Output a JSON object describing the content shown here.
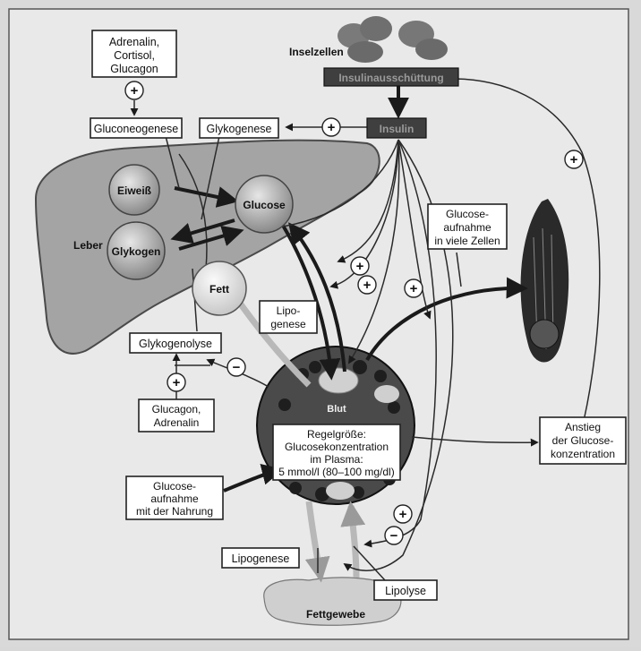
{
  "diagram": {
    "regulators_top": [
      "Adrenalin,",
      "Cortisol,",
      "Glucagon"
    ],
    "gluconeogenese": "Gluconeogenese",
    "glykogenese": "Glykogenese",
    "inselzellen": "Inselzellen",
    "insulinausschuettung": "Insulinausschüttung",
    "insulin": "Insulin",
    "leber": "Leber",
    "eiweiss": "Eiweiß",
    "glucose": "Glucose",
    "glykogen": "Glykogen",
    "fett": "Fett",
    "glucose_uptake_cells": [
      "Glucose-",
      "aufnahme",
      "in viele Zellen"
    ],
    "lipogenese_liver": [
      "Lipo-",
      "genese"
    ],
    "glykogenolyse": "Glykogenolyse",
    "regulators_bottom": [
      "Glucagon,",
      "Adrenalin"
    ],
    "blut": "Blut",
    "regelgroesse": [
      "Regelgröße:",
      "Glucosekonzentration",
      "im Plasma:",
      "5 mmol/l (80–100 mg/dl)"
    ],
    "anstieg": [
      "Anstieg",
      "der Glucose-",
      "konzentration"
    ],
    "nahrung": [
      "Glucose-",
      "aufnahme",
      "mit der Nahrung"
    ],
    "lipogenese": "Lipogenese",
    "lipolyse": "Lipolyse",
    "fettgewebe": "Fettgewebe",
    "plus_sign": "+",
    "minus_sign": "−"
  }
}
